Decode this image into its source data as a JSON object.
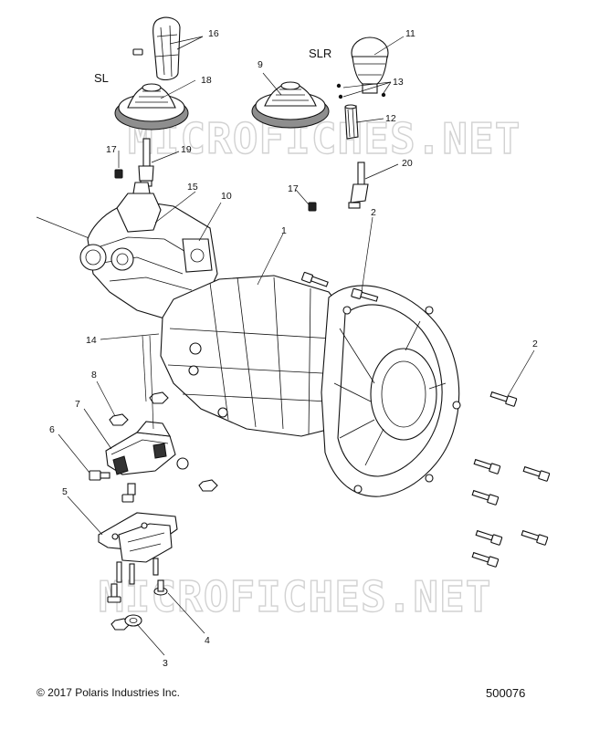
{
  "watermarks": [
    "MICROFICHES.NET",
    "MICROFICHES.NET"
  ],
  "variants": {
    "left": "SL",
    "right": "SLR"
  },
  "callouts": {
    "c1": "1",
    "c2a": "2",
    "c2b": "2",
    "c3": "3",
    "c4": "4",
    "c5": "5",
    "c6": "6",
    "c7": "7",
    "c8": "8",
    "c9": "9",
    "c10": "10",
    "c11": "11",
    "c12": "12",
    "c13": "13",
    "c14": "14",
    "c15": "15",
    "c16": "16",
    "c17a": "17",
    "c17b": "17",
    "c18": "18",
    "c19": "19",
    "c20": "20"
  },
  "footer": {
    "copyright": "© 2017 Polaris Industries Inc.",
    "doc_number": "500076"
  }
}
